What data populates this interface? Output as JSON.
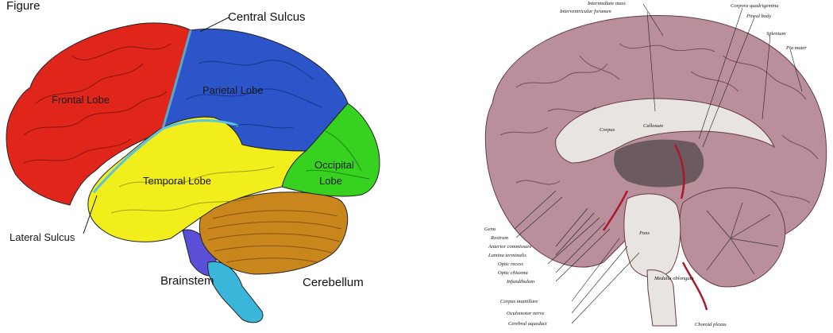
{
  "left_diagram": {
    "title_fragment": "Figure",
    "labels": {
      "central_sulcus": "Central Sulcus",
      "frontal_lobe": "Frontal Lobe",
      "parietal_lobe": "Parietal Lobe",
      "temporal_lobe": "Temporal Lobe",
      "occipital_lobe_line1": "Occipital",
      "occipital_lobe_line2": "Lobe",
      "lateral_sulcus": "Lateral Sulcus",
      "brainstem": "Brainstem",
      "cerebellum": "Cerebellum"
    },
    "colors": {
      "frontal": "#e0251b",
      "parietal": "#2b55c9",
      "temporal": "#f2ee1c",
      "occipital": "#37d11f",
      "cerebellum": "#c8861c",
      "brainstem_upper": "#5a4fd6",
      "brainstem_lower": "#39b6d9"
    }
  },
  "right_diagram": {
    "labels_top": [
      "Intermediate mass",
      "Interventricular foramen",
      "Corpora quadrigemina",
      "Pineal body",
      "Splenium",
      "Pia mater"
    ],
    "labels_inner": [
      "Corpus",
      "Callosum",
      "Pons",
      "Medulla oblongata",
      "Choroid plexus"
    ],
    "labels_left": [
      "Genu",
      "Rostrum",
      "Anterior commissure",
      "Lamina terminalis",
      "Optic recess",
      "Optic chiasma",
      "Infundibulum",
      "Corpus mamillare",
      "Oculomotor nerve",
      "Cerebral aqueduct"
    ],
    "colors": {
      "cortex": "#b88f9a",
      "white_matter": "#e8e4df",
      "vessels": "#b0152b"
    }
  }
}
